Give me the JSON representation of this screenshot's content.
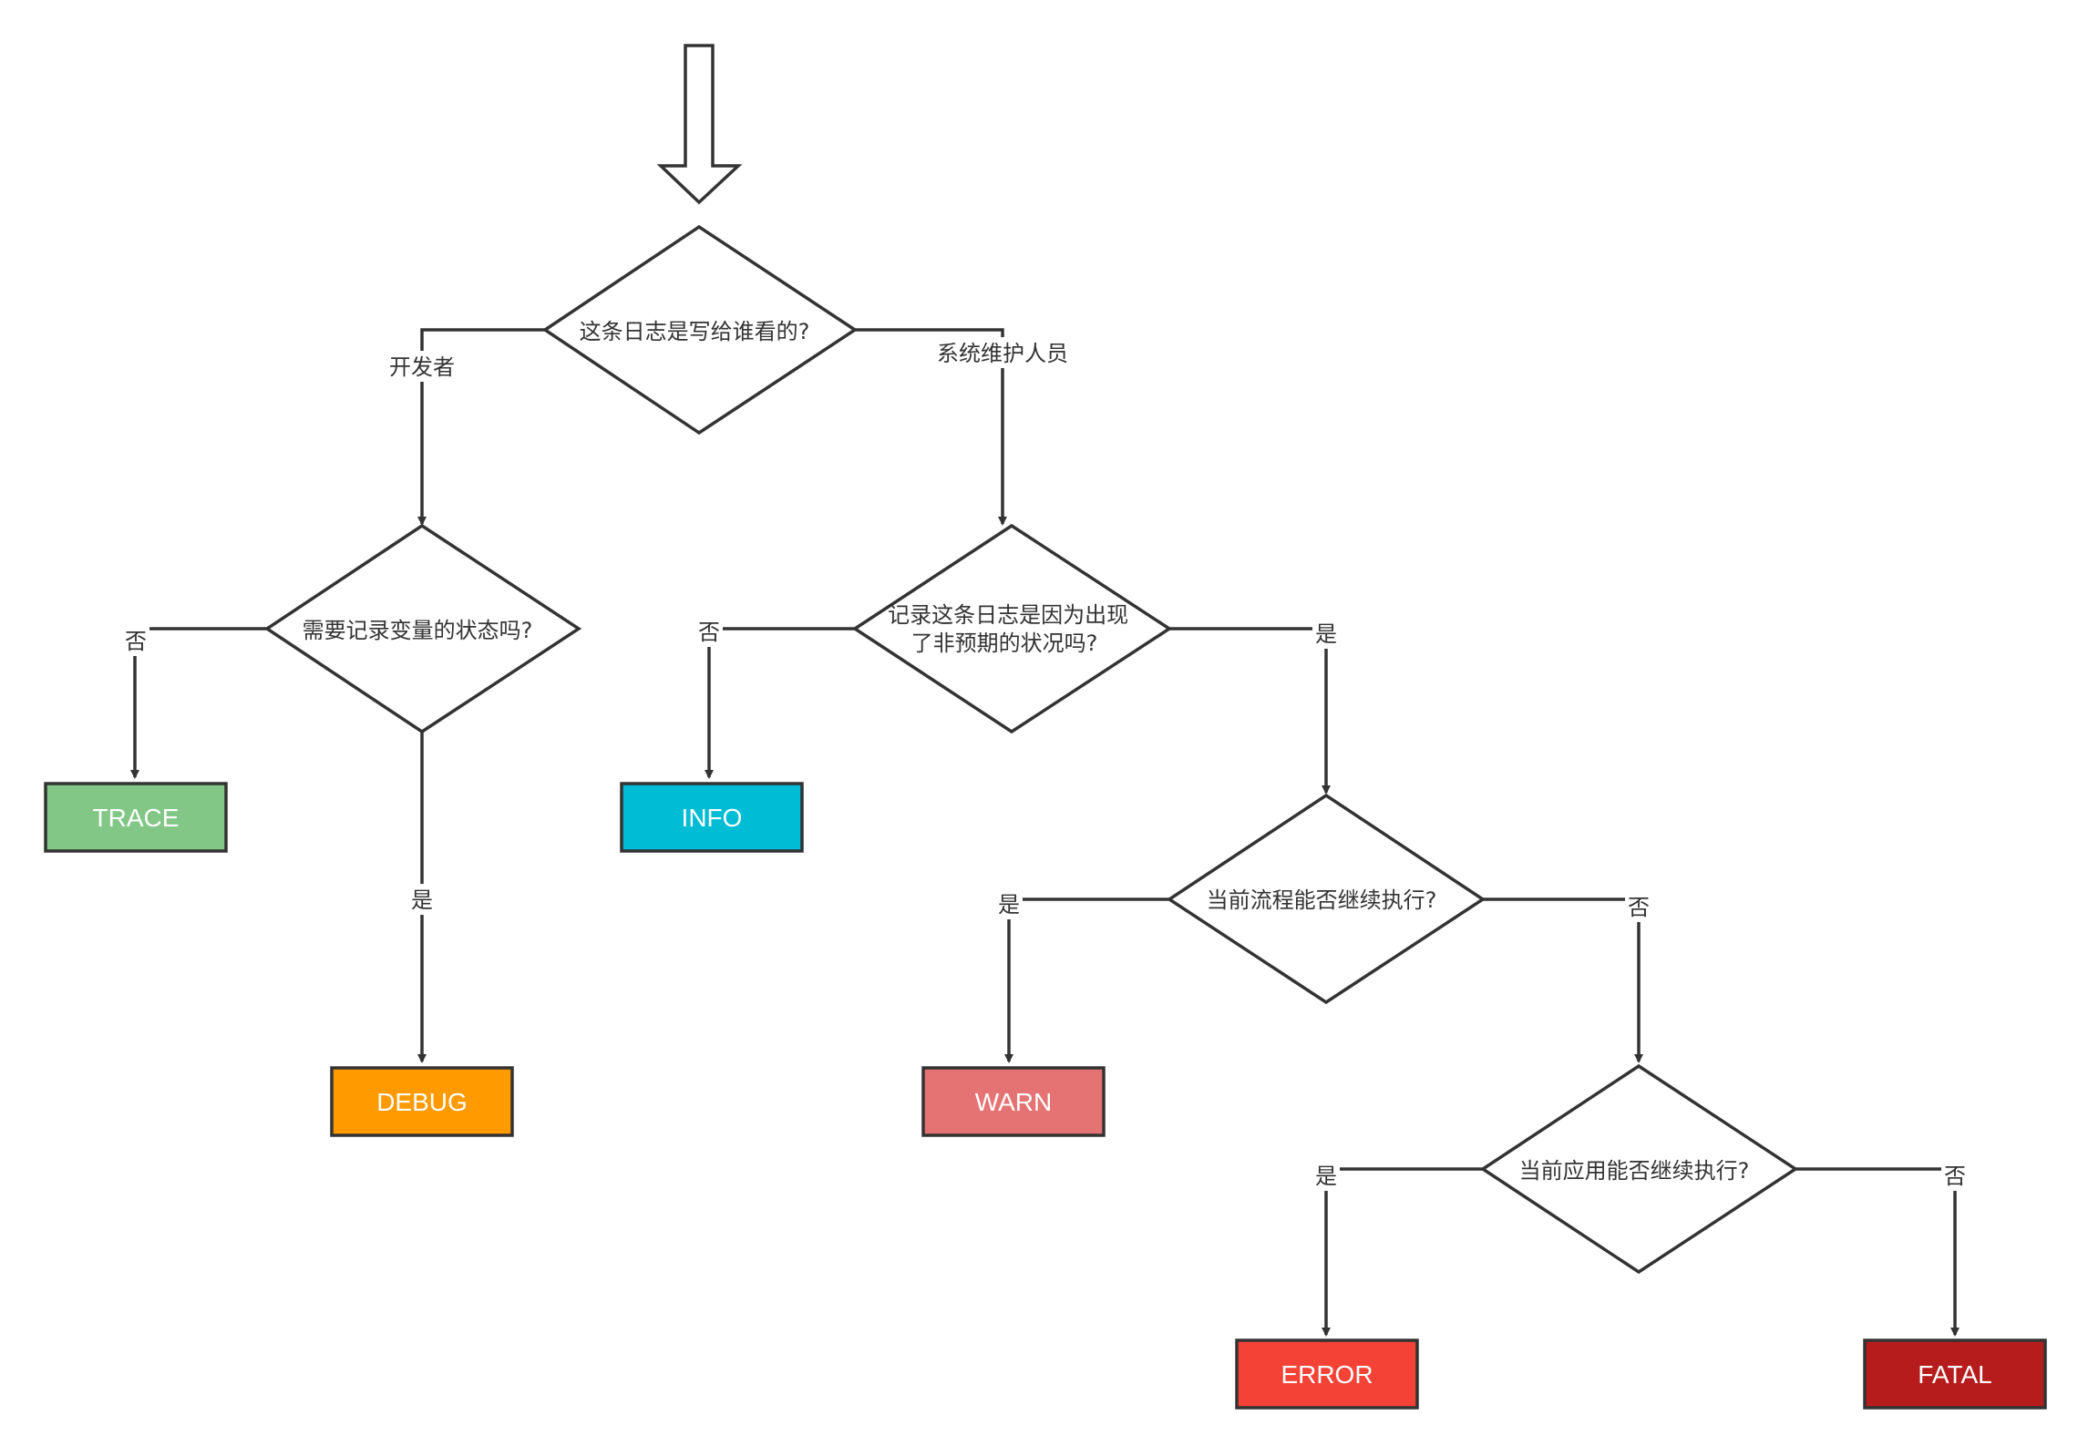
{
  "decisions": {
    "audience": {
      "lines": [
        "这条日志是写给谁看的?"
      ]
    },
    "need_state": {
      "lines": [
        "需要记录变量的状态吗?"
      ]
    },
    "unexpected": {
      "lines": [
        "记录这条日志是因为出现",
        "了非预期的状况吗?"
      ]
    },
    "flow_continue": {
      "lines": [
        "当前流程能否继续执行?"
      ]
    },
    "app_continue": {
      "lines": [
        "当前应用能否继续执行?"
      ]
    }
  },
  "edge_labels": {
    "developer": "开发者",
    "sysadmin": "系统维护人员",
    "need_state_no": "否",
    "need_state_yes": "是",
    "unexpected_no": "否",
    "unexpected_yes": "是",
    "flow_yes": "是",
    "flow_no": "否",
    "app_yes": "是",
    "app_no": "否"
  },
  "levels": {
    "trace": {
      "label": "TRACE",
      "color": "#82c785"
    },
    "debug": {
      "label": "DEBUG",
      "color": "#ff9a00"
    },
    "info": {
      "label": "INFO",
      "color": "#00bcd4"
    },
    "warn": {
      "label": "WARN",
      "color": "#e57373"
    },
    "error": {
      "label": "ERROR",
      "color": "#f44336"
    },
    "fatal": {
      "label": "FATAL",
      "color": "#b71c1c"
    }
  }
}
